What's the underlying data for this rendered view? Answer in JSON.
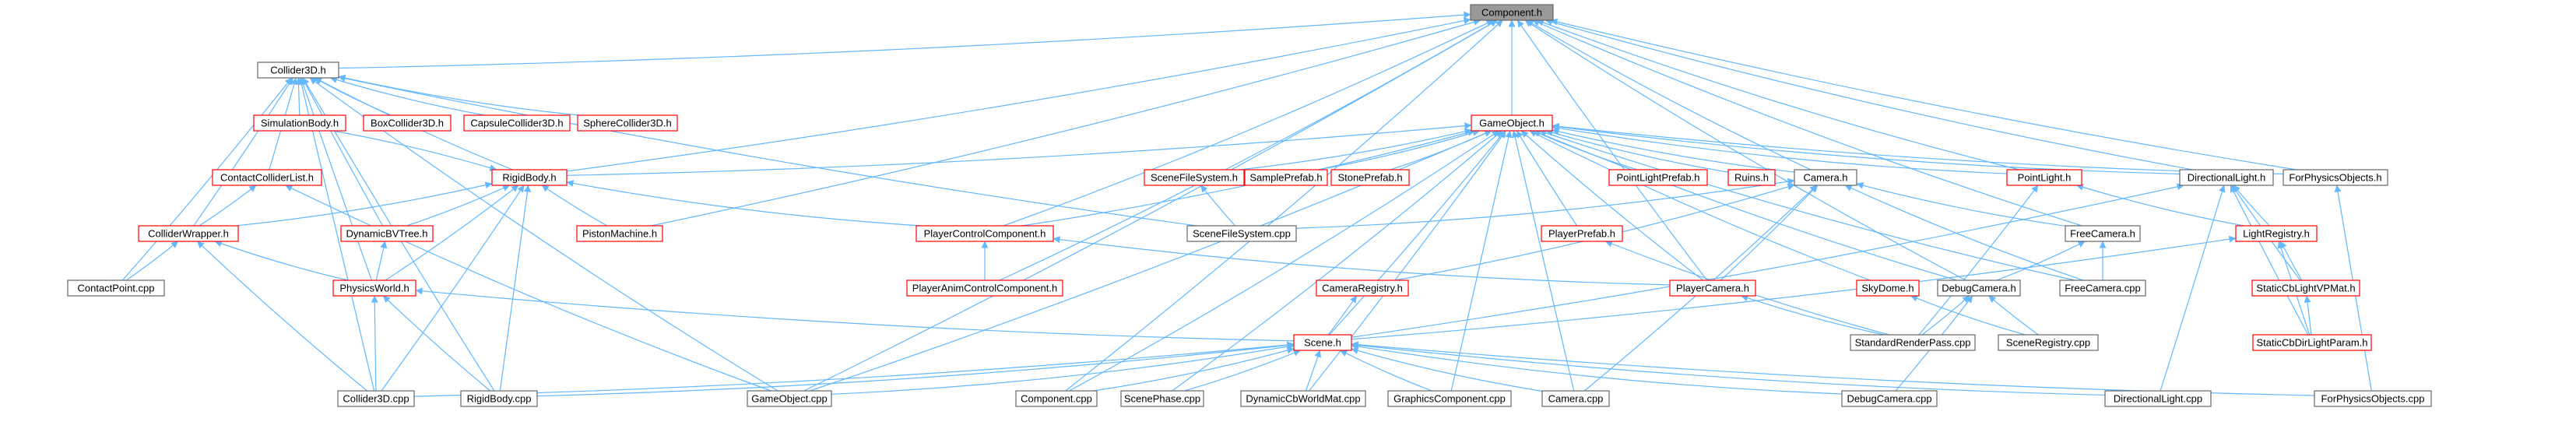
{
  "colors": {
    "edge": "#63b8ff",
    "normal_border": "#666666",
    "highlight_border": "#ff0000",
    "root_fill": "#999999",
    "fill": "#ffffff"
  },
  "nodes": [
    {
      "id": "component_h",
      "label": "Component.h",
      "style": "root"
    },
    {
      "id": "collider3d_h",
      "label": "Collider3D.h",
      "style": "normal"
    },
    {
      "id": "gameobject_h",
      "label": "GameObject.h",
      "style": "highlight"
    },
    {
      "id": "simulationbody_h",
      "label": "SimulationBody.h",
      "style": "highlight"
    },
    {
      "id": "boxcollider3d_h",
      "label": "BoxCollider3D.h",
      "style": "highlight"
    },
    {
      "id": "capsulecollider3d_h",
      "label": "CapsuleCollider3D.h",
      "style": "highlight"
    },
    {
      "id": "spherecollider3d_h",
      "label": "SphereCollider3D.h",
      "style": "highlight"
    },
    {
      "id": "contactcolliderlist_h",
      "label": "ContactColliderList.h",
      "style": "highlight"
    },
    {
      "id": "rigidbody_h",
      "label": "RigidBody.h",
      "style": "highlight"
    },
    {
      "id": "scenefilesystem_h",
      "label": "SceneFileSystem.h",
      "style": "highlight"
    },
    {
      "id": "sampleprefab_h",
      "label": "SamplePrefab.h",
      "style": "highlight"
    },
    {
      "id": "stoneprefab_h",
      "label": "StonePrefab.h",
      "style": "highlight"
    },
    {
      "id": "pointlightprefab_h",
      "label": "PointLightPrefab.h",
      "style": "highlight"
    },
    {
      "id": "ruins_h",
      "label": "Ruins.h",
      "style": "highlight"
    },
    {
      "id": "camera_h",
      "label": "Camera.h",
      "style": "normal"
    },
    {
      "id": "pointlight_h",
      "label": "PointLight.h",
      "style": "highlight"
    },
    {
      "id": "directionallight_h",
      "label": "DirectionalLight.h",
      "style": "normal"
    },
    {
      "id": "forphysicsobjects_h",
      "label": "ForPhysicsObjects.h",
      "style": "normal"
    },
    {
      "id": "colliderwrapper_h",
      "label": "ColliderWrapper.h",
      "style": "highlight"
    },
    {
      "id": "dynamicbvtree_h",
      "label": "DynamicBVTree.h",
      "style": "highlight"
    },
    {
      "id": "pistonmachine_h",
      "label": "PistonMachine.h",
      "style": "highlight"
    },
    {
      "id": "playercontrolcomponent_h",
      "label": "PlayerControlComponent.h",
      "style": "highlight"
    },
    {
      "id": "scenefilesystem_cpp",
      "label": "SceneFileSystem.cpp",
      "style": "normal"
    },
    {
      "id": "playerprefab_h",
      "label": "PlayerPrefab.h",
      "style": "highlight"
    },
    {
      "id": "freecamera_h",
      "label": "FreeCamera.h",
      "style": "normal"
    },
    {
      "id": "lightregistry_h",
      "label": "LightRegistry.h",
      "style": "highlight"
    },
    {
      "id": "contactpoint_cpp",
      "label": "ContactPoint.cpp",
      "style": "normal"
    },
    {
      "id": "physicsworld_h",
      "label": "PhysicsWorld.h",
      "style": "highlight"
    },
    {
      "id": "playeranimcontrolcomponent_h",
      "label": "PlayerAnimControlComponent.h",
      "style": "highlight"
    },
    {
      "id": "cameraregistry_h",
      "label": "CameraRegistry.h",
      "style": "highlight"
    },
    {
      "id": "playercamera_h",
      "label": "PlayerCamera.h",
      "style": "highlight"
    },
    {
      "id": "skydome_h",
      "label": "SkyDome.h",
      "style": "highlight"
    },
    {
      "id": "debugcamera_h",
      "label": "DebugCamera.h",
      "style": "normal"
    },
    {
      "id": "freecamera_cpp",
      "label": "FreeCamera.cpp",
      "style": "normal"
    },
    {
      "id": "staticcblightvpmat_h",
      "label": "StaticCbLightVPMat.h",
      "style": "highlight"
    },
    {
      "id": "standardrenderpass_cpp",
      "label": "StandardRenderPass.cpp",
      "style": "normal"
    },
    {
      "id": "sceneregistry_cpp",
      "label": "SceneRegistry.cpp",
      "style": "normal"
    },
    {
      "id": "staticcbdirlightparam_h",
      "label": "StaticCbDirLightParam.h",
      "style": "highlight"
    },
    {
      "id": "scene_h",
      "label": "Scene.h",
      "style": "highlight"
    },
    {
      "id": "collider3d_cpp",
      "label": "Collider3D.cpp",
      "style": "normal"
    },
    {
      "id": "rigidbody_cpp",
      "label": "RigidBody.cpp",
      "style": "normal"
    },
    {
      "id": "gameobject_cpp",
      "label": "GameObject.cpp",
      "style": "normal"
    },
    {
      "id": "component_cpp",
      "label": "Component.cpp",
      "style": "normal"
    },
    {
      "id": "scenephase_cpp",
      "label": "ScenePhase.cpp",
      "style": "normal"
    },
    {
      "id": "dynamiccbworldmat_cpp",
      "label": "DynamicCbWorldMat.cpp",
      "style": "normal"
    },
    {
      "id": "graphicscomponent_cpp",
      "label": "GraphicsComponent.cpp",
      "style": "normal"
    },
    {
      "id": "camera_cpp",
      "label": "Camera.cpp",
      "style": "normal"
    },
    {
      "id": "debugcamera_cpp",
      "label": "DebugCamera.cpp",
      "style": "normal"
    },
    {
      "id": "directionallight_cpp",
      "label": "DirectionalLight.cpp",
      "style": "normal"
    },
    {
      "id": "forphysicsobjects_cpp",
      "label": "ForPhysicsObjects.cpp",
      "style": "normal"
    }
  ],
  "edges": [
    [
      "collider3d_h",
      "component_h"
    ],
    [
      "gameobject_h",
      "component_h"
    ],
    [
      "camera_h",
      "component_h"
    ],
    [
      "pointlight_h",
      "component_h"
    ],
    [
      "directionallight_h",
      "component_h"
    ],
    [
      "forphysicsobjects_h",
      "component_h"
    ],
    [
      "rigidbody_h",
      "component_h"
    ],
    [
      "pistonmachine_h",
      "component_h"
    ],
    [
      "playercontrolcomponent_h",
      "component_h"
    ],
    [
      "playeranimcontrolcomponent_h",
      "component_h"
    ],
    [
      "playercamera_h",
      "component_h"
    ],
    [
      "freecamera_h",
      "component_h"
    ],
    [
      "debugcamera_h",
      "component_h"
    ],
    [
      "gameobject_cpp",
      "component_h"
    ],
    [
      "component_cpp",
      "component_h"
    ],
    [
      "simulationbody_h",
      "collider3d_h"
    ],
    [
      "boxcollider3d_h",
      "collider3d_h"
    ],
    [
      "capsulecollider3d_h",
      "collider3d_h"
    ],
    [
      "spherecollider3d_h",
      "collider3d_h"
    ],
    [
      "contactcolliderlist_h",
      "collider3d_h"
    ],
    [
      "rigidbody_h",
      "collider3d_h"
    ],
    [
      "colliderwrapper_h",
      "collider3d_h"
    ],
    [
      "dynamicbvtree_h",
      "collider3d_h"
    ],
    [
      "physicsworld_h",
      "collider3d_h"
    ],
    [
      "contactpoint_cpp",
      "collider3d_h"
    ],
    [
      "collider3d_cpp",
      "collider3d_h"
    ],
    [
      "rigidbody_cpp",
      "collider3d_h"
    ],
    [
      "gameobject_cpp",
      "collider3d_h"
    ],
    [
      "scenefilesystem_cpp",
      "collider3d_h"
    ],
    [
      "simulationbody_h",
      "rigidbody_h"
    ],
    [
      "rigidbody_h",
      "gameobject_h"
    ],
    [
      "scenefilesystem_h",
      "gameobject_h"
    ],
    [
      "sampleprefab_h",
      "gameobject_h"
    ],
    [
      "stoneprefab_h",
      "gameobject_h"
    ],
    [
      "pointlightprefab_h",
      "gameobject_h"
    ],
    [
      "ruins_h",
      "gameobject_h"
    ],
    [
      "camera_h",
      "gameobject_h"
    ],
    [
      "pointlight_h",
      "gameobject_h"
    ],
    [
      "directionallight_h",
      "gameobject_h"
    ],
    [
      "forphysicsobjects_h",
      "gameobject_h"
    ],
    [
      "playercontrolcomponent_h",
      "gameobject_h"
    ],
    [
      "playerprefab_h",
      "gameobject_h"
    ],
    [
      "playercamera_h",
      "gameobject_h"
    ],
    [
      "skydome_h",
      "gameobject_h"
    ],
    [
      "debugcamera_h",
      "gameobject_h"
    ],
    [
      "freecamera_cpp",
      "gameobject_h"
    ],
    [
      "scene_h",
      "gameobject_h"
    ],
    [
      "gameobject_cpp",
      "gameobject_h"
    ],
    [
      "component_cpp",
      "gameobject_h"
    ],
    [
      "scenephase_cpp",
      "gameobject_h"
    ],
    [
      "dynamiccbworldmat_cpp",
      "gameobject_h"
    ],
    [
      "graphicscomponent_cpp",
      "gameobject_h"
    ],
    [
      "camera_cpp",
      "gameobject_h"
    ],
    [
      "colliderwrapper_h",
      "contactcolliderlist_h"
    ],
    [
      "gameobject_cpp",
      "contactcolliderlist_h"
    ],
    [
      "colliderwrapper_h",
      "rigidbody_h"
    ],
    [
      "dynamicbvtree_h",
      "rigidbody_h"
    ],
    [
      "pistonmachine_h",
      "rigidbody_h"
    ],
    [
      "playercontrolcomponent_h",
      "rigidbody_h"
    ],
    [
      "physicsworld_h",
      "rigidbody_h"
    ],
    [
      "collider3d_cpp",
      "rigidbody_h"
    ],
    [
      "rigidbody_cpp",
      "rigidbody_h"
    ],
    [
      "scenefilesystem_cpp",
      "scenefilesystem_h"
    ],
    [
      "scenefilesystem_cpp",
      "camera_h"
    ],
    [
      "cameraregistry_h",
      "camera_h"
    ],
    [
      "playercamera_h",
      "camera_h"
    ],
    [
      "freecamera_h",
      "camera_h"
    ],
    [
      "freecamera_cpp",
      "camera_h"
    ],
    [
      "camera_cpp",
      "camera_h"
    ],
    [
      "lightregistry_h",
      "pointlight_h"
    ],
    [
      "standardrenderpass_cpp",
      "pointlight_h"
    ],
    [
      "lightregistry_h",
      "directionallight_h"
    ],
    [
      "staticcblightvpmat_h",
      "directionallight_h"
    ],
    [
      "staticcbdirlightparam_h",
      "directionallight_h"
    ],
    [
      "directionallight_cpp",
      "directionallight_h"
    ],
    [
      "scene_h",
      "directionallight_h"
    ],
    [
      "forphysicsobjects_cpp",
      "forphysicsobjects_h"
    ],
    [
      "physicsworld_h",
      "colliderwrapper_h"
    ],
    [
      "contactpoint_cpp",
      "colliderwrapper_h"
    ],
    [
      "collider3d_cpp",
      "colliderwrapper_h"
    ],
    [
      "physicsworld_h",
      "dynamicbvtree_h"
    ],
    [
      "playeranimcontrolcomponent_h",
      "playercontrolcomponent_h"
    ],
    [
      "playercamera_h",
      "playercontrolcomponent_h"
    ],
    [
      "standardrenderpass_cpp",
      "playerprefab_h"
    ],
    [
      "debugcamera_h",
      "freecamera_h"
    ],
    [
      "freecamera_cpp",
      "freecamera_h"
    ],
    [
      "staticcblightvpmat_h",
      "lightregistry_h"
    ],
    [
      "staticcbdirlightparam_h",
      "lightregistry_h"
    ],
    [
      "scene_h",
      "lightregistry_h"
    ],
    [
      "scene_h",
      "physicsworld_h"
    ],
    [
      "collider3d_cpp",
      "physicsworld_h"
    ],
    [
      "rigidbody_cpp",
      "physicsworld_h"
    ],
    [
      "scene_h",
      "cameraregistry_h"
    ],
    [
      "standardrenderpass_cpp",
      "playercamera_h"
    ],
    [
      "sceneregistry_cpp",
      "skydome_h"
    ],
    [
      "standardrenderpass_cpp",
      "debugcamera_h"
    ],
    [
      "sceneregistry_cpp",
      "debugcamera_h"
    ],
    [
      "debugcamera_cpp",
      "debugcamera_h"
    ],
    [
      "staticcbdirlightparam_h",
      "staticcblightvpmat_h"
    ],
    [
      "collider3d_cpp",
      "scene_h"
    ],
    [
      "rigidbody_cpp",
      "scene_h"
    ],
    [
      "gameobject_cpp",
      "scene_h"
    ],
    [
      "component_cpp",
      "scene_h"
    ],
    [
      "scenephase_cpp",
      "scene_h"
    ],
    [
      "dynamiccbworldmat_cpp",
      "scene_h"
    ],
    [
      "graphicscomponent_cpp",
      "scene_h"
    ],
    [
      "camera_cpp",
      "scene_h"
    ],
    [
      "debugcamera_cpp",
      "scene_h"
    ],
    [
      "directionallight_cpp",
      "scene_h"
    ],
    [
      "forphysicsobjects_cpp",
      "scene_h"
    ]
  ]
}
